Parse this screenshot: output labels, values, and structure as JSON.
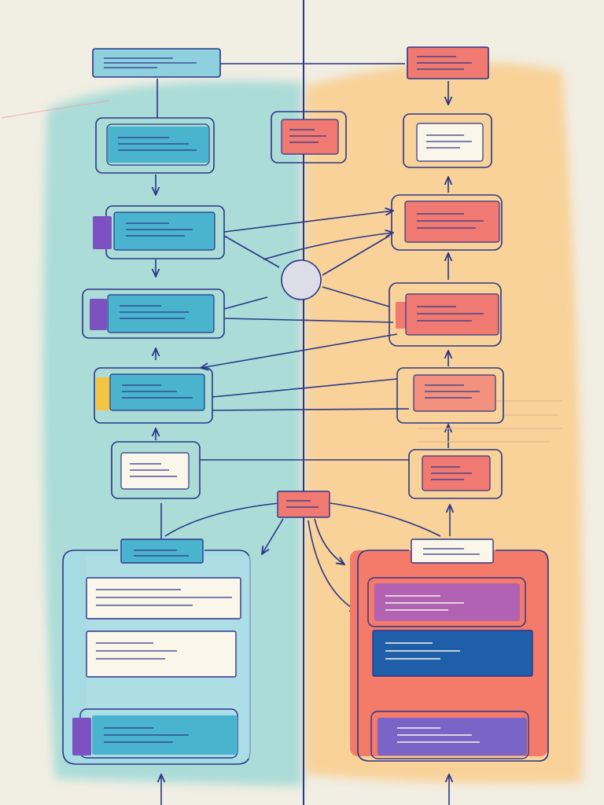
{
  "colors": {
    "background": "#f1eee3",
    "left_wash": "#9fd9d6",
    "right_wash": "#f9cf91",
    "ink": "#2b3688",
    "teal_box": "#4ab4cf",
    "teal_light": "#8fd0df",
    "coral_box": "#f07a72",
    "coral_light": "#f3917f",
    "cream_box": "#fbf6ea",
    "purple_box": "#b162b2",
    "blue_box": "#1f5ea9",
    "violet_box": "#7a64c8",
    "accent_purple": "#7b52c0",
    "accent_yellow": "#f3c442",
    "hub_fill": "#dcdde7",
    "left_container_fill": "#a6dbe3",
    "right_container_fill": "#f47a6a"
  },
  "diagram": {
    "description_text": "",
    "left_lane": {
      "nodes": [
        "top-header",
        "card-1",
        "card-2",
        "card-3",
        "card-4",
        "card-5-light"
      ],
      "group": [
        "group-header",
        "group-row-1",
        "group-row-2",
        "group-row-3"
      ]
    },
    "center": {
      "nodes": [
        "center-tag",
        "hub-circle",
        "center-lower-tag"
      ]
    },
    "right_lane": {
      "nodes": [
        "top-header",
        "card-1-light",
        "card-2",
        "card-3",
        "card-4",
        "card-5"
      ],
      "group": [
        "group-header",
        "group-row-1",
        "group-row-2",
        "group-row-3"
      ]
    }
  }
}
